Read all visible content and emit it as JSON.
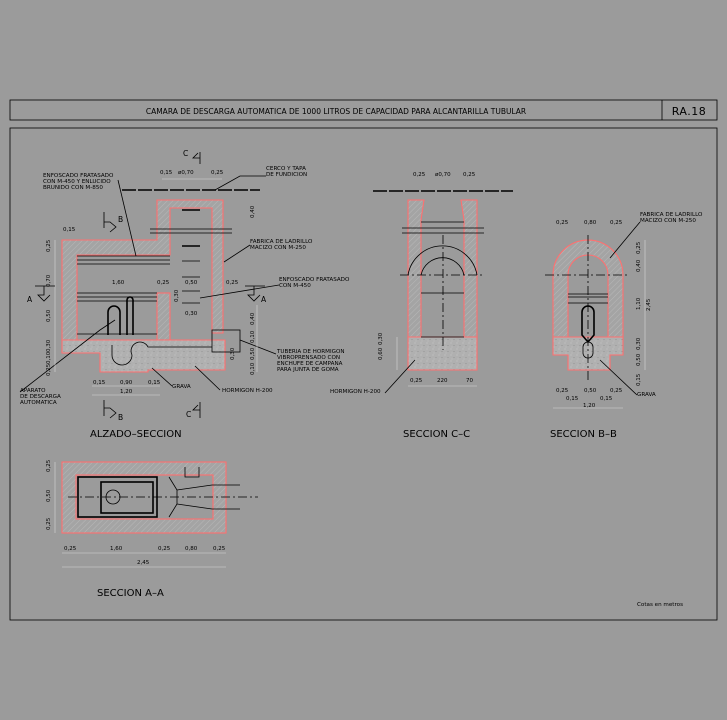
{
  "title": "CAMARA DE DESCARGA AUTOMATICA DE 1000 LITROS DE CAPACIDAD PARA ALCANTARILLA TUBULAR",
  "sheet_code": "RA.18",
  "views": {
    "alzado": "ALZADO–SECCION",
    "cc": "SECCION C–C",
    "bb": "SECCION B–B",
    "aa": "SECCION A–A"
  },
  "note": "Cotas en metros",
  "markers": {
    "c": "C",
    "b": "B",
    "a": "A"
  },
  "labels": {
    "enfoscado_1": [
      "ENFOSCADO FRATASADO",
      "CON M-450 Y ENLUCIDO",
      "BRUNIDO CON M-850"
    ],
    "cerco": [
      "CERCO Y TAPA",
      "DE FUNDICION"
    ],
    "fabrica": [
      "FABRICA DE LADRILLO",
      "MACIZO CON M-250"
    ],
    "enfoscado_2": [
      "ENFOSCADO FRATASADO",
      "CON M-450"
    ],
    "tuberia": [
      "TUBERIA DE HORMIGON",
      "VIBROPRENSADO CON",
      "ENCHUFE DE CAMPANA",
      "PARA JUNTA DE GOMA"
    ],
    "hormigon": "HORMIGON H-200",
    "grava": "GRAVA",
    "aparato": [
      "APARATO",
      "DE DESCARGA",
      "AUTOMATICA"
    ]
  },
  "dims": {
    "alzado": {
      "top": [
        "0,15",
        "ø0,70",
        "0,25"
      ],
      "left_v": [
        "0,25",
        "0,70",
        "0,50",
        "0,30",
        "0,10",
        "0,25"
      ],
      "wall": "0,15",
      "mid": [
        "1,60",
        "0,25",
        "0,50",
        "0,25"
      ],
      "small": [
        "0,30",
        "0,30"
      ],
      "shaft_v": "0,40",
      "right_v": [
        "0,40",
        "0,10",
        "0,50",
        "0,10",
        "0,30"
      ],
      "bottom": [
        "0,15",
        "0,90",
        "0,15",
        "1,20"
      ]
    },
    "cc": {
      "top": [
        "0,25",
        "ø0,70",
        "0,25"
      ],
      "v": [
        "0,30",
        "0,60"
      ],
      "bottom": [
        "0,25",
        "220",
        "70"
      ]
    },
    "bb": {
      "top": [
        "0,25",
        "0,80",
        "0,25"
      ],
      "v": [
        "0,25",
        "0,40",
        "1,10",
        "0,30",
        "0,50",
        "0,15"
      ],
      "total": "2,45",
      "bottom": [
        "0,25",
        "0,50",
        "0,25"
      ],
      "sub": [
        "0,15",
        "0,15"
      ],
      "total_w": "1,20"
    },
    "aa": {
      "v": [
        "0,25",
        "0,50",
        "0,25"
      ],
      "bottom": [
        "0,25",
        "1,60",
        "0,25",
        "0,80",
        "0,25"
      ],
      "total": "2,45"
    }
  }
}
